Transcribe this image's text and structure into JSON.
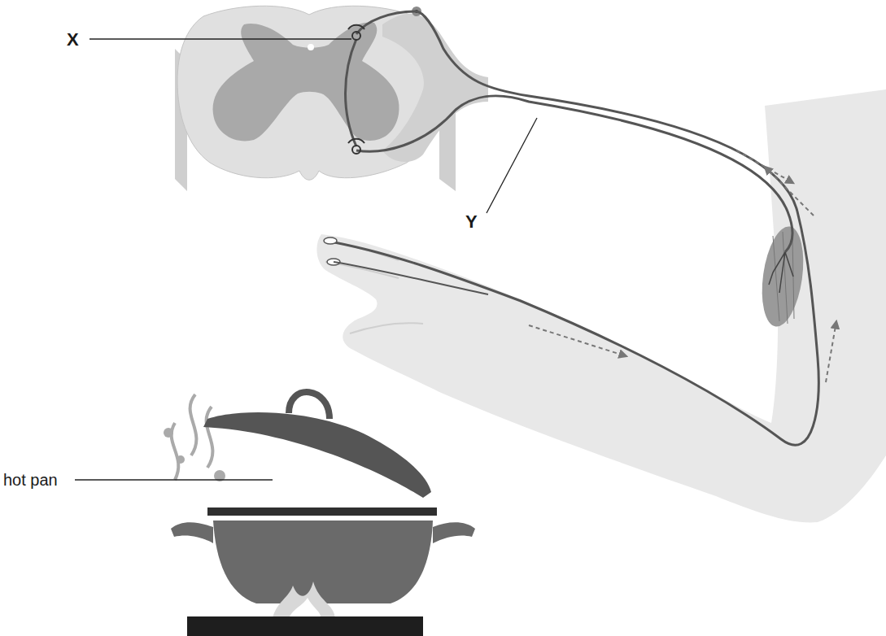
{
  "diagram": {
    "labels": [
      "X",
      "Y",
      "hot pan"
    ]
  }
}
